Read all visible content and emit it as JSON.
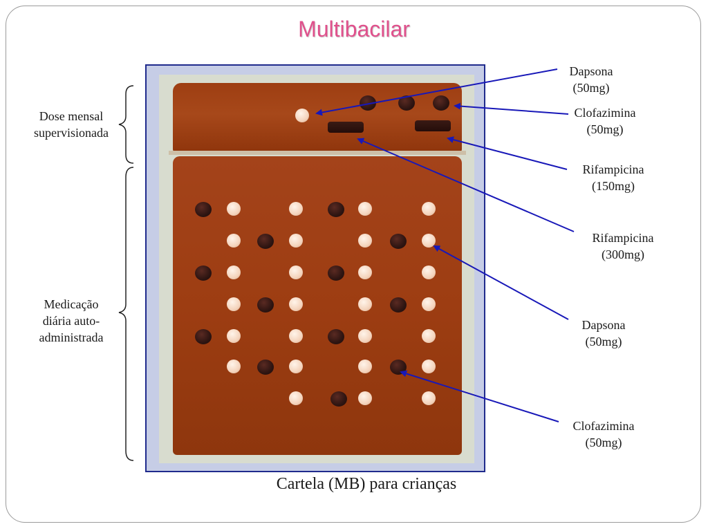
{
  "slide": {
    "title": "Multibacilar"
  },
  "left_labels": {
    "monthly_dose": [
      "Dose mensal",
      "supervisionada"
    ],
    "daily_medication": [
      "Medicação",
      "diária auto-",
      "administrada"
    ]
  },
  "right_labels": [
    {
      "name": "Dapsona",
      "dose": "(50mg)"
    },
    {
      "name": "Clofazimina",
      "dose": "(50mg)"
    },
    {
      "name": "Rifampicina",
      "dose": "(150mg)"
    },
    {
      "name": "Rifampicina",
      "dose": "(300mg)"
    },
    {
      "name": "Dapsona",
      "dose": "(50mg)"
    },
    {
      "name": "Clofazimina",
      "dose": "(50mg)"
    }
  ],
  "caption": "Cartela (MB) para crianças",
  "colors": {
    "title": "#e0508c",
    "arrow": "#1818b8",
    "frame": "#1f2a8c",
    "blister": "#9e3e12"
  }
}
